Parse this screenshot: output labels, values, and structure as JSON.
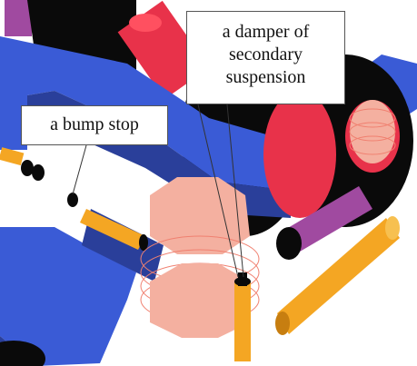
{
  "labels": {
    "bump_stop": "a bump stop",
    "damper_lines": [
      "a damper of",
      "secondary",
      "suspension"
    ]
  },
  "colors": {
    "frame": "#3a5bd6",
    "frame_dark": "#2a3f9a",
    "wheel": "#0a0a0a",
    "axle_red": "#e8324a",
    "bolster": "#f4b0a0",
    "spring": "#f08070",
    "damper": "#f4a623",
    "arm_purple": "#a04aa0"
  }
}
